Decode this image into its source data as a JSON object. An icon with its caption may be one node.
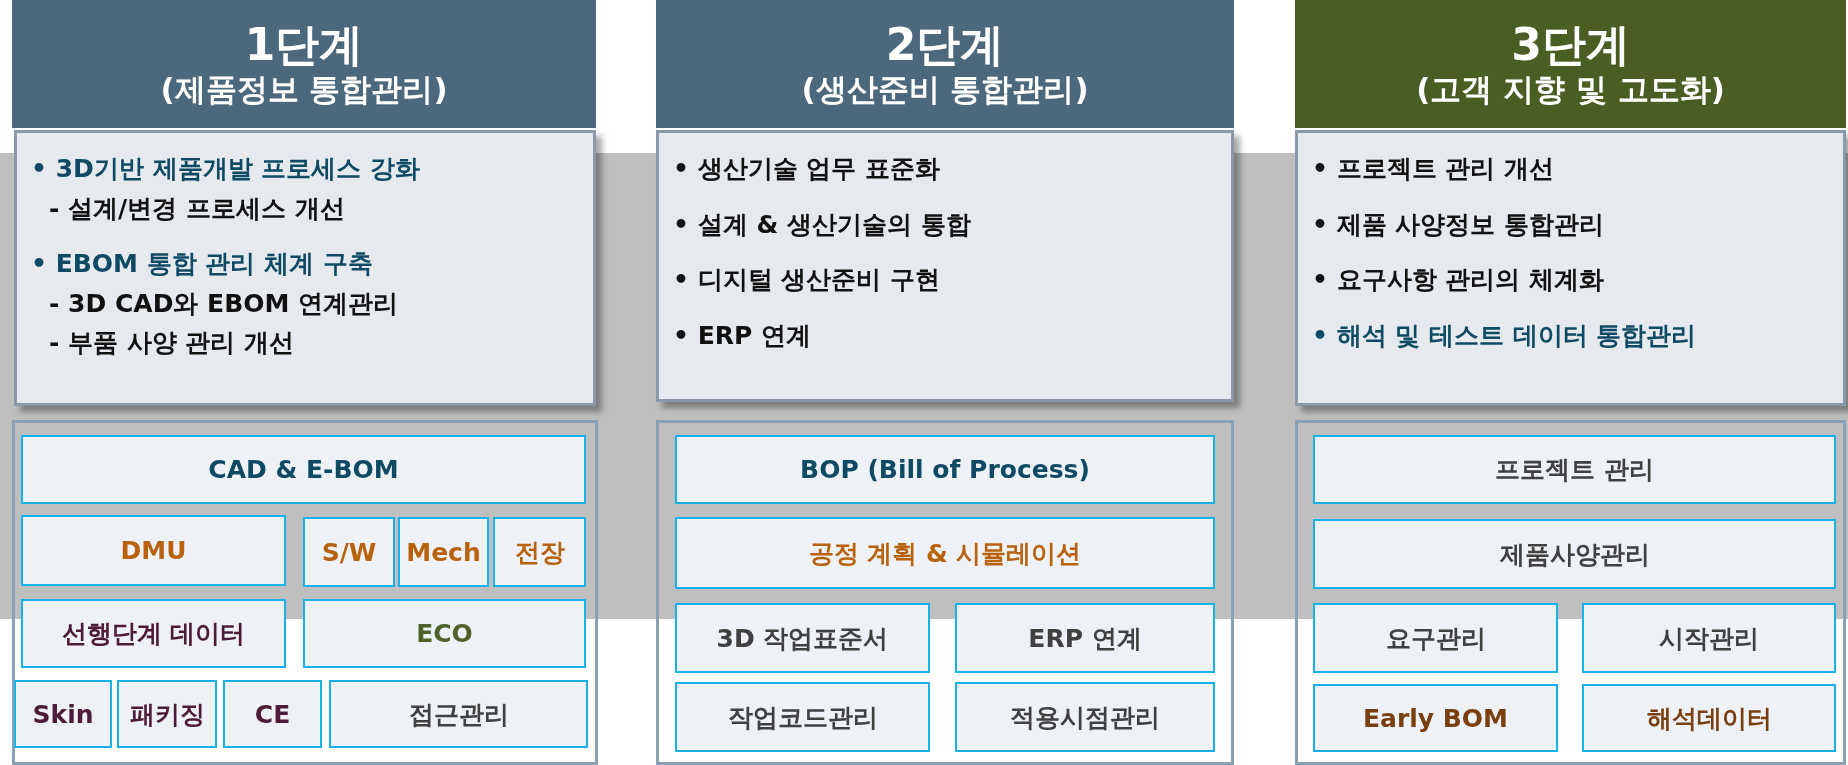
{
  "diagram": {
    "nodes": [
      {
        "text": [
          "1단계",
          "(제품정보 통합관리)"
        ]
      },
      {
        "text": [
          "• 3D기반 제품개발 프로세스 강화",
          "- 설계/변경 프로세스 개선",
          "• EBOM 통합 관리 체계 구축",
          "- 3D CAD와 EBOM 연계관리",
          "- 부품 사양 관리 개선"
        ]
      },
      {
        "text": [],
        "shape": "box"
      },
      {
        "text": [
          "CAD & E-BOM"
        ],
        "in": 2
      },
      {
        "text": [
          "DMU"
        ],
        "in": 2
      },
      {
        "text": [
          "S/W"
        ],
        "in": 2
      },
      {
        "text": [
          "Mech"
        ],
        "in": 2
      },
      {
        "text": [
          "전장"
        ],
        "in": 2
      },
      {
        "text": [
          "선행단계 데이터"
        ],
        "in": 2
      },
      {
        "text": [
          "ECO"
        ],
        "in": 2
      },
      {
        "text": [
          "Skin"
        ],
        "in": 2
      },
      {
        "text": [
          "패키징"
        ],
        "in": 2
      },
      {
        "text": [
          "CE"
        ],
        "in": 2
      },
      {
        "text": [
          "접근관리"
        ],
        "in": 2
      },
      {
        "text": [
          "2단계",
          "(생산준비 통합관리)"
        ]
      },
      {
        "text": [
          "• 생산기술 업무 표준화",
          "• 설계 & 생산기술의 통합",
          "• 디지털 생산준비 구현",
          "• ERP 연계"
        ]
      },
      {
        "text": [],
        "shape": "box"
      },
      {
        "text": [
          "BOP (Bill of Process)"
        ],
        "in": 16
      },
      {
        "text": [
          "공정 계획 & 시뮬레이션"
        ],
        "in": 16
      },
      {
        "text": [
          "3D 작업표준서"
        ],
        "in": 16
      },
      {
        "text": [
          "ERP 연계"
        ],
        "in": 16
      },
      {
        "text": [
          "작업코드관리"
        ],
        "in": 16
      },
      {
        "text": [
          "적용시점관리"
        ],
        "in": 16
      },
      {
        "text": [
          "3단계",
          "(고객 지향 및 고도화)"
        ]
      },
      {
        "text": [
          "• 프로젝트 관리 개선",
          "• 제품 사양정보 통합관리",
          "• 요구사항 관리의 체계화",
          "• 해석 및 테스트 데이터 통합관리"
        ]
      },
      {
        "text": [],
        "shape": "box"
      },
      {
        "text": [
          "프로젝트 관리"
        ],
        "in": 25
      },
      {
        "text": [
          "제품사양관리"
        ],
        "in": 25
      },
      {
        "text": [
          "요구관리"
        ],
        "in": 25
      },
      {
        "text": [
          "시작관리"
        ],
        "in": 25
      },
      {
        "text": [
          "Early BOM"
        ],
        "in": 25
      },
      {
        "text": [
          "해석데이터"
        ],
        "in": 25
      }
    ]
  }
}
